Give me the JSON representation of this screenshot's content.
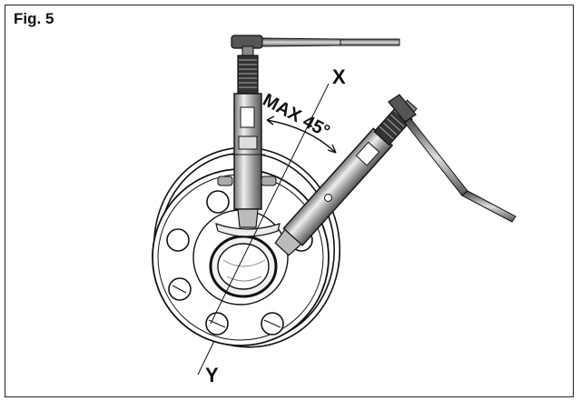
{
  "figure": {
    "label": "Fig. 5",
    "callouts": {
      "axis_x": "X",
      "axis_y": "Y",
      "max_angle": "MAX 45°"
    }
  },
  "colors": {
    "line": "#111111",
    "shade": "#9a9a9a",
    "light": "#d6d6d6",
    "background": "#ffffff"
  },
  "icons": [
    "ratchet-wrench-icon",
    "torque-wrench-icon"
  ]
}
